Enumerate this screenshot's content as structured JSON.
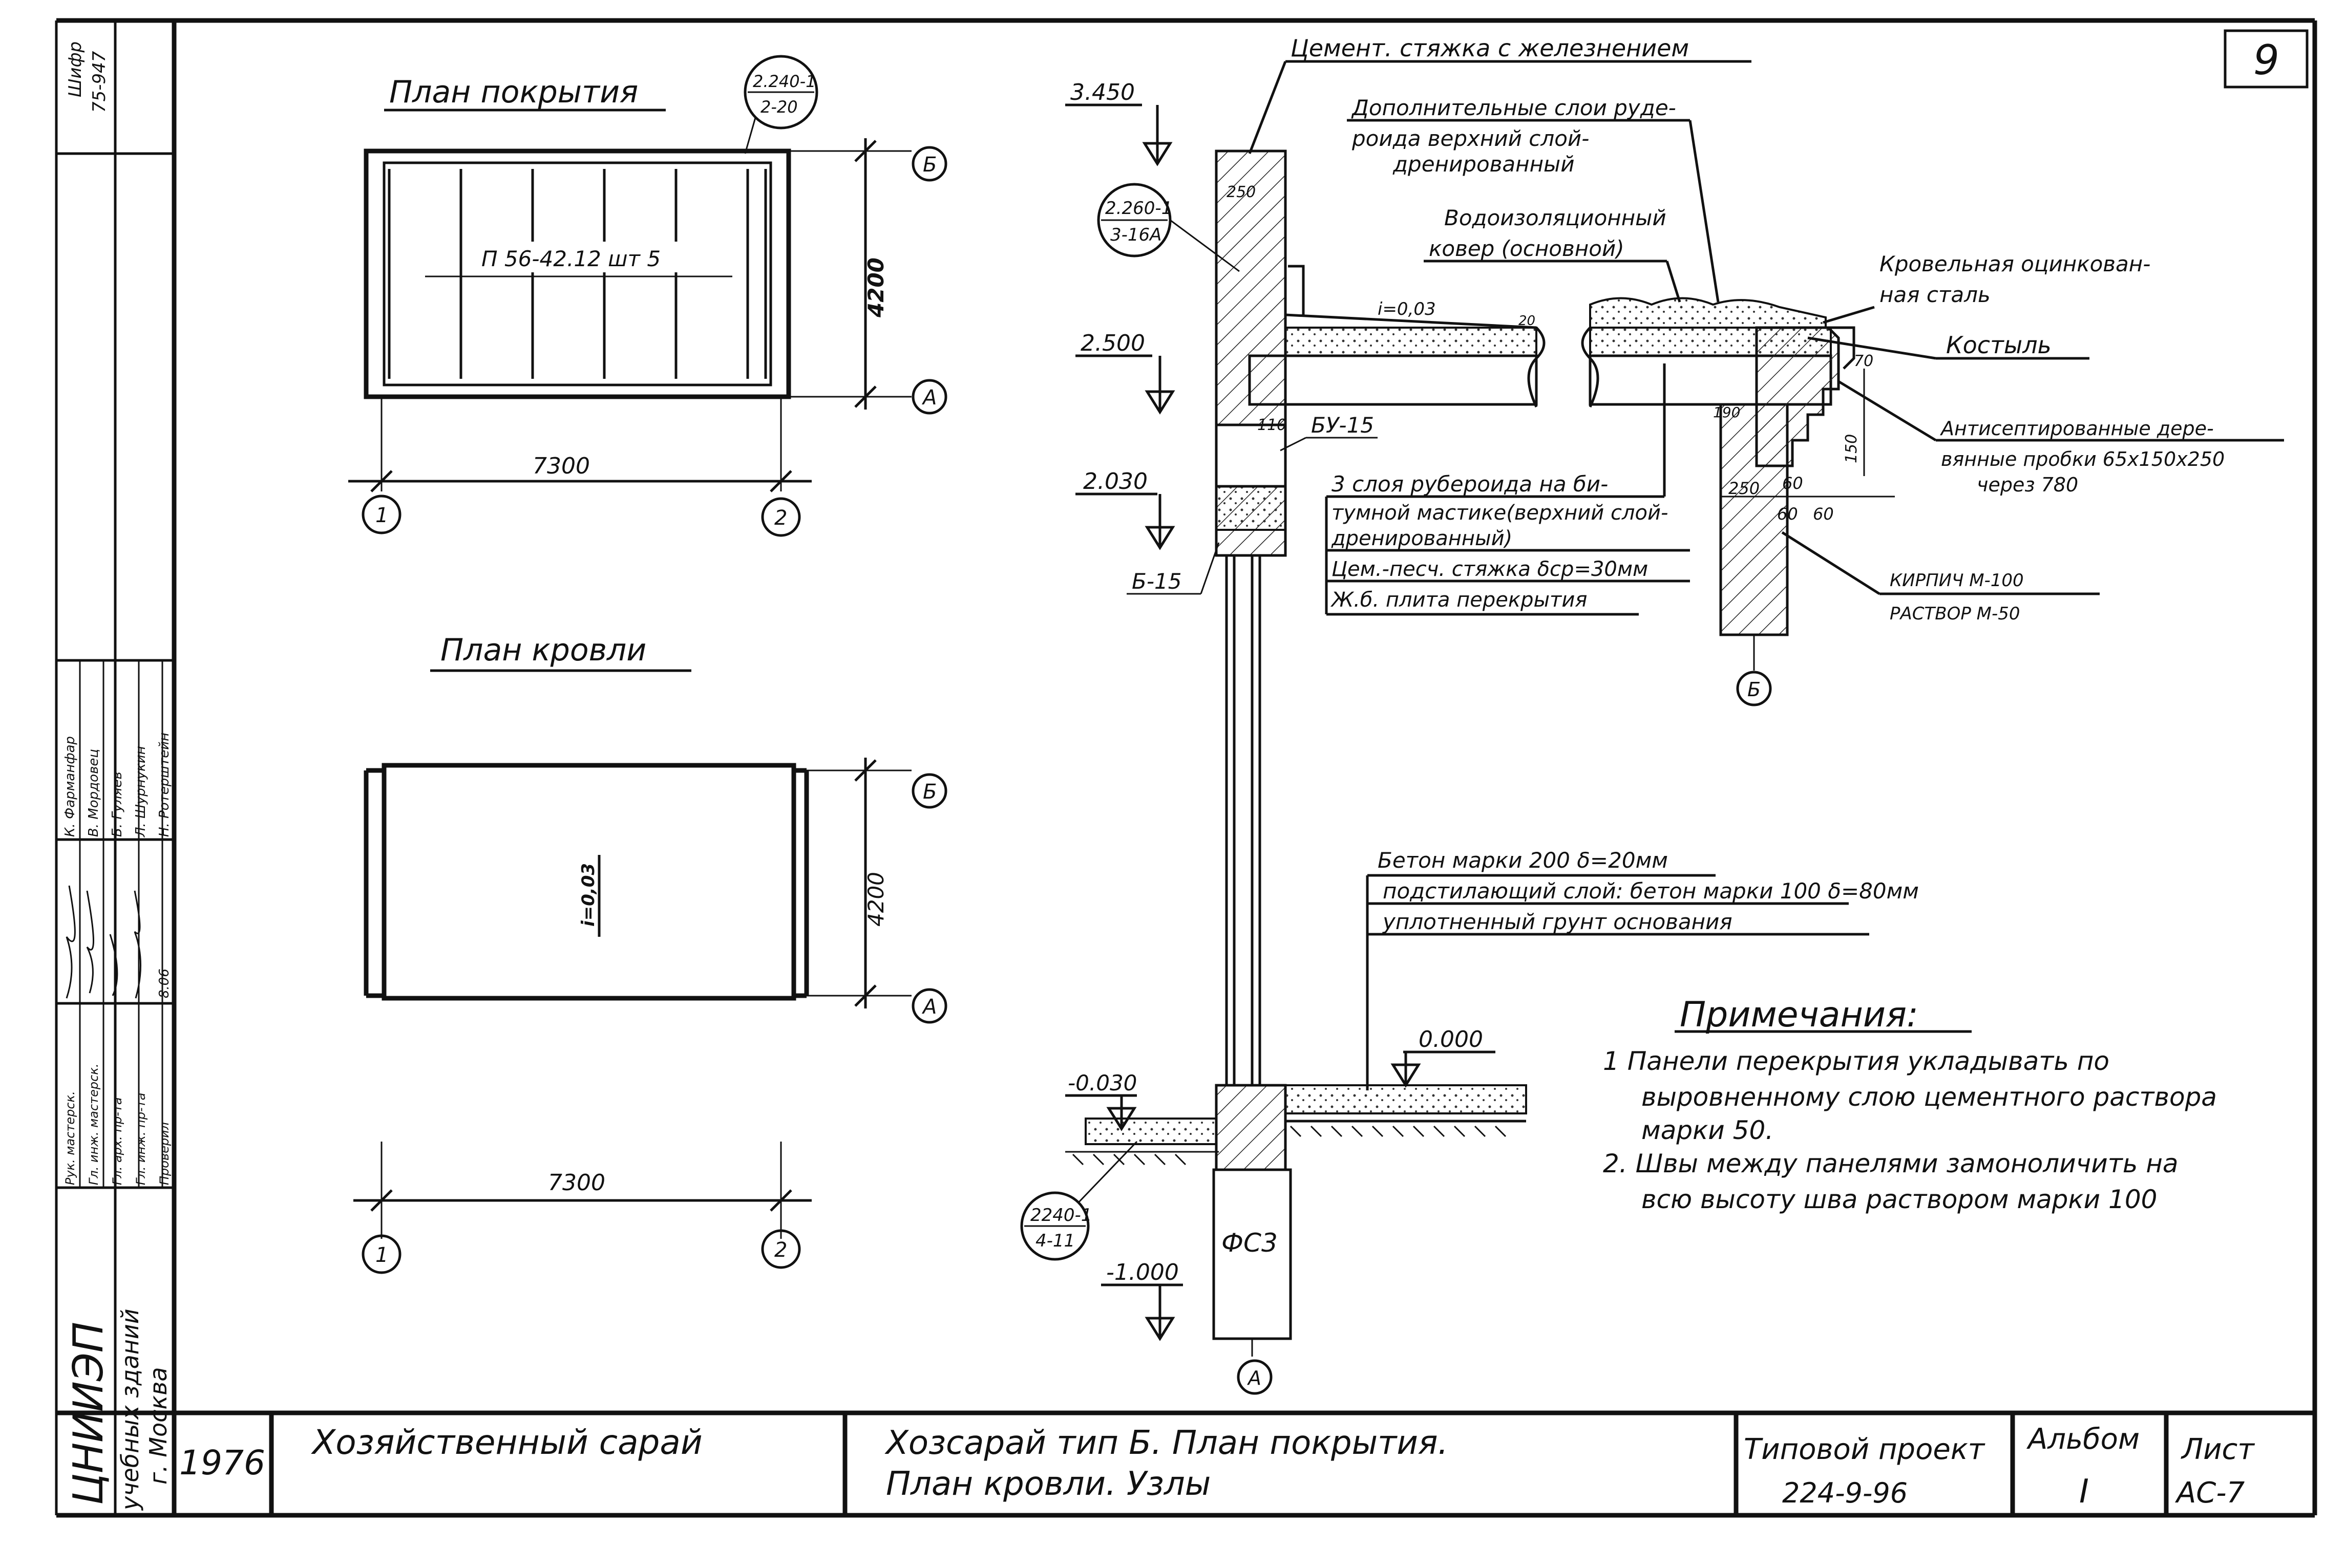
{
  "sheet_number": "9",
  "stamp": {
    "code_top": "Шифр",
    "code_value": "75-947",
    "org": "ЦНИИЭП",
    "org_sub": "учебных зданий",
    "city": "г. Москва",
    "roles": [
      "Рук. мастерск.",
      "Гл. инж. мастерск.",
      "Гл. арх. пр-та",
      "Гл. инж. пр-та",
      "Проверил"
    ],
    "people": [
      "К. Фарманфар",
      "В. Мордовец",
      "Б. Гуляев",
      "Л. Шурнукин",
      "Н. Ротерштейн"
    ],
    "dates": [
      "",
      "",
      "",
      "",
      "8.06"
    ]
  },
  "title_block": {
    "year": "1976",
    "object_name": "Хозяйственный сарай",
    "sheet_title_line1": "Хозсарай тип Б.   План покрытия.",
    "sheet_title_line2": "План кровли. Узлы",
    "project_label": "Типовой проект",
    "project_number": "224-9-96",
    "album_label": "Альбом",
    "album_value": "I",
    "sheet_label": "Лист",
    "sheet_value": "АС-7"
  },
  "plan_roof_cover": {
    "title": "План покрытия",
    "panel_label": "П 56-42.12 шт 5",
    "callout_top": "2.240-1",
    "callout_bottom": "2-20",
    "dim_length": "7300",
    "dim_width": "4200",
    "axis_left": "1",
    "axis_right": "2",
    "axis_top": "Б",
    "axis_bottom": "А"
  },
  "plan_roof": {
    "title": "План кровли",
    "slope": "i=0,03",
    "dim_length": "7300",
    "dim_width": "4200",
    "axis_left": "1",
    "axis_right": "2",
    "axis_top": "Б",
    "axis_bottom": "А"
  },
  "section": {
    "levels": [
      "3.450",
      "2.500",
      "2.030",
      "0.000",
      "-0.030",
      "-1.000"
    ],
    "labels": {
      "screed_top": "Цемент. стяжка с железнением",
      "extra_layers_1": "Дополнительные слои руде-",
      "extra_layers_2": "роида верхний слой-",
      "extra_layers_3": "дренированный",
      "waterproof_1": "Водоизоляционный",
      "waterproof_2": "ковер (основной)",
      "metal_1": "Кровельная оцинкован-",
      "metal_2": "ная сталь",
      "kostyl": "Костыль",
      "wood_1": "Антисептированные дере-",
      "wood_2": "вянные пробки 65х150х250",
      "wood_3": "через 780",
      "layers_1": "3 слоя рубероида на би-",
      "layers_2": "тумной мастике(верхний слой-",
      "layers_3": "дренированный)",
      "layers_4": "Цем.-песч. стяжка δср=30мм",
      "layers_5": "Ж.б. плита перекрытия",
      "brick": "КИРПИЧ М-100",
      "mortar": "РАСТВОР М-50",
      "floor_1": "Бетон марки 200 δ=20мм",
      "floor_2": "подстилающий слой: бетон марки 100 δ=80мм",
      "floor_3": "уплотненный грунт основания",
      "beam_bu": "БУ-15",
      "beam_b": "Б-15",
      "found": "ФС3",
      "slope": "i=0,03",
      "axis_a": "А",
      "axis_b": "Б",
      "callout1_top": "2.260-1",
      "callout1_bottom": "3-16А",
      "callout2_top": "2240-1",
      "callout2_bottom": "4-11",
      "d250": "250",
      "d110": "110",
      "d70": "70",
      "d150": "150",
      "d60a": "60",
      "d60b": "60",
      "d60c": "60",
      "d250b": "250",
      "d190": "190",
      "d20": "20"
    }
  },
  "notes": {
    "title": "Примечания:",
    "items": [
      "1  Панели перекрытия укладывать по",
      "выровненному слою цементного раствора",
      "марки 50.",
      "2. Швы между панелями замоноличить на",
      "всю высоту шва раствором марки 100"
    ]
  }
}
